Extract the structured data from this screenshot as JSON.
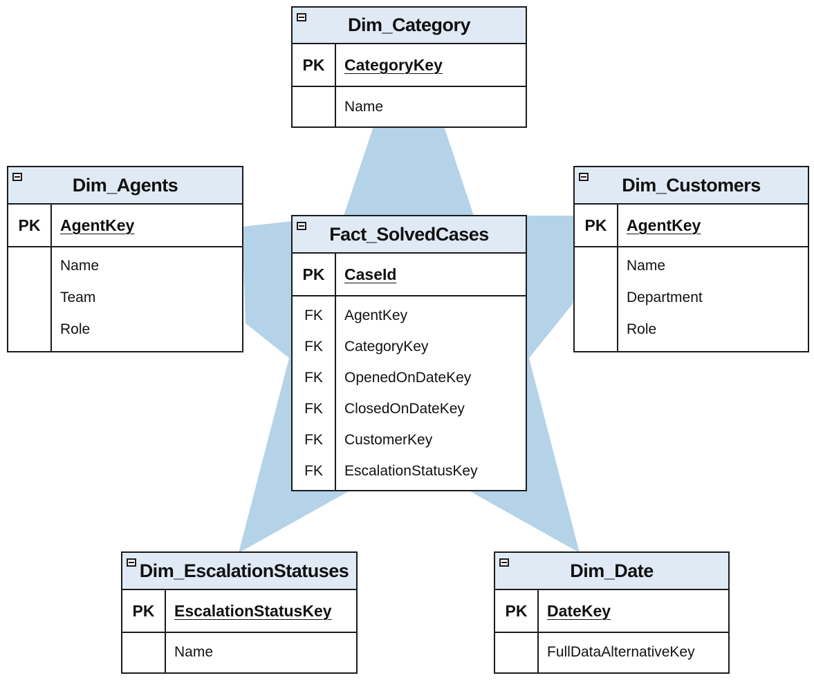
{
  "colors": {
    "star": "#b4d3e9",
    "header": "#dfeaf5",
    "border": "#1a1a1a"
  },
  "icons": {
    "collapse": "collapse-box-icon"
  },
  "fact": {
    "title": "Fact_SolvedCases",
    "pk_label": "PK",
    "pk_name": "CaseId",
    "fk_label": "FK",
    "fields": [
      "AgentKey",
      "CategoryKey",
      "OpenedOnDateKey",
      "ClosedOnDateKey",
      "CustomerKey",
      "EscalationStatusKey"
    ]
  },
  "dim_category": {
    "title": "Dim_Category",
    "pk_label": "PK",
    "pk_name": "CategoryKey",
    "fields": [
      "Name"
    ]
  },
  "dim_agents": {
    "title": "Dim_Agents",
    "pk_label": "PK",
    "pk_name": "AgentKey",
    "fields": [
      "Name",
      "Team",
      "Role"
    ]
  },
  "dim_customers": {
    "title": "Dim_Customers",
    "pk_label": "PK",
    "pk_name": "AgentKey",
    "fields": [
      "Name",
      "Department",
      "Role"
    ]
  },
  "dim_escalation": {
    "title": "Dim_EscalationStatuses",
    "pk_label": "PK",
    "pk_name": "EscalationStatusKey",
    "fields": [
      "Name"
    ]
  },
  "dim_date": {
    "title": "Dim_Date",
    "pk_label": "PK",
    "pk_name": "DateKey",
    "fields": [
      "FullDataAlternativeKey"
    ]
  }
}
